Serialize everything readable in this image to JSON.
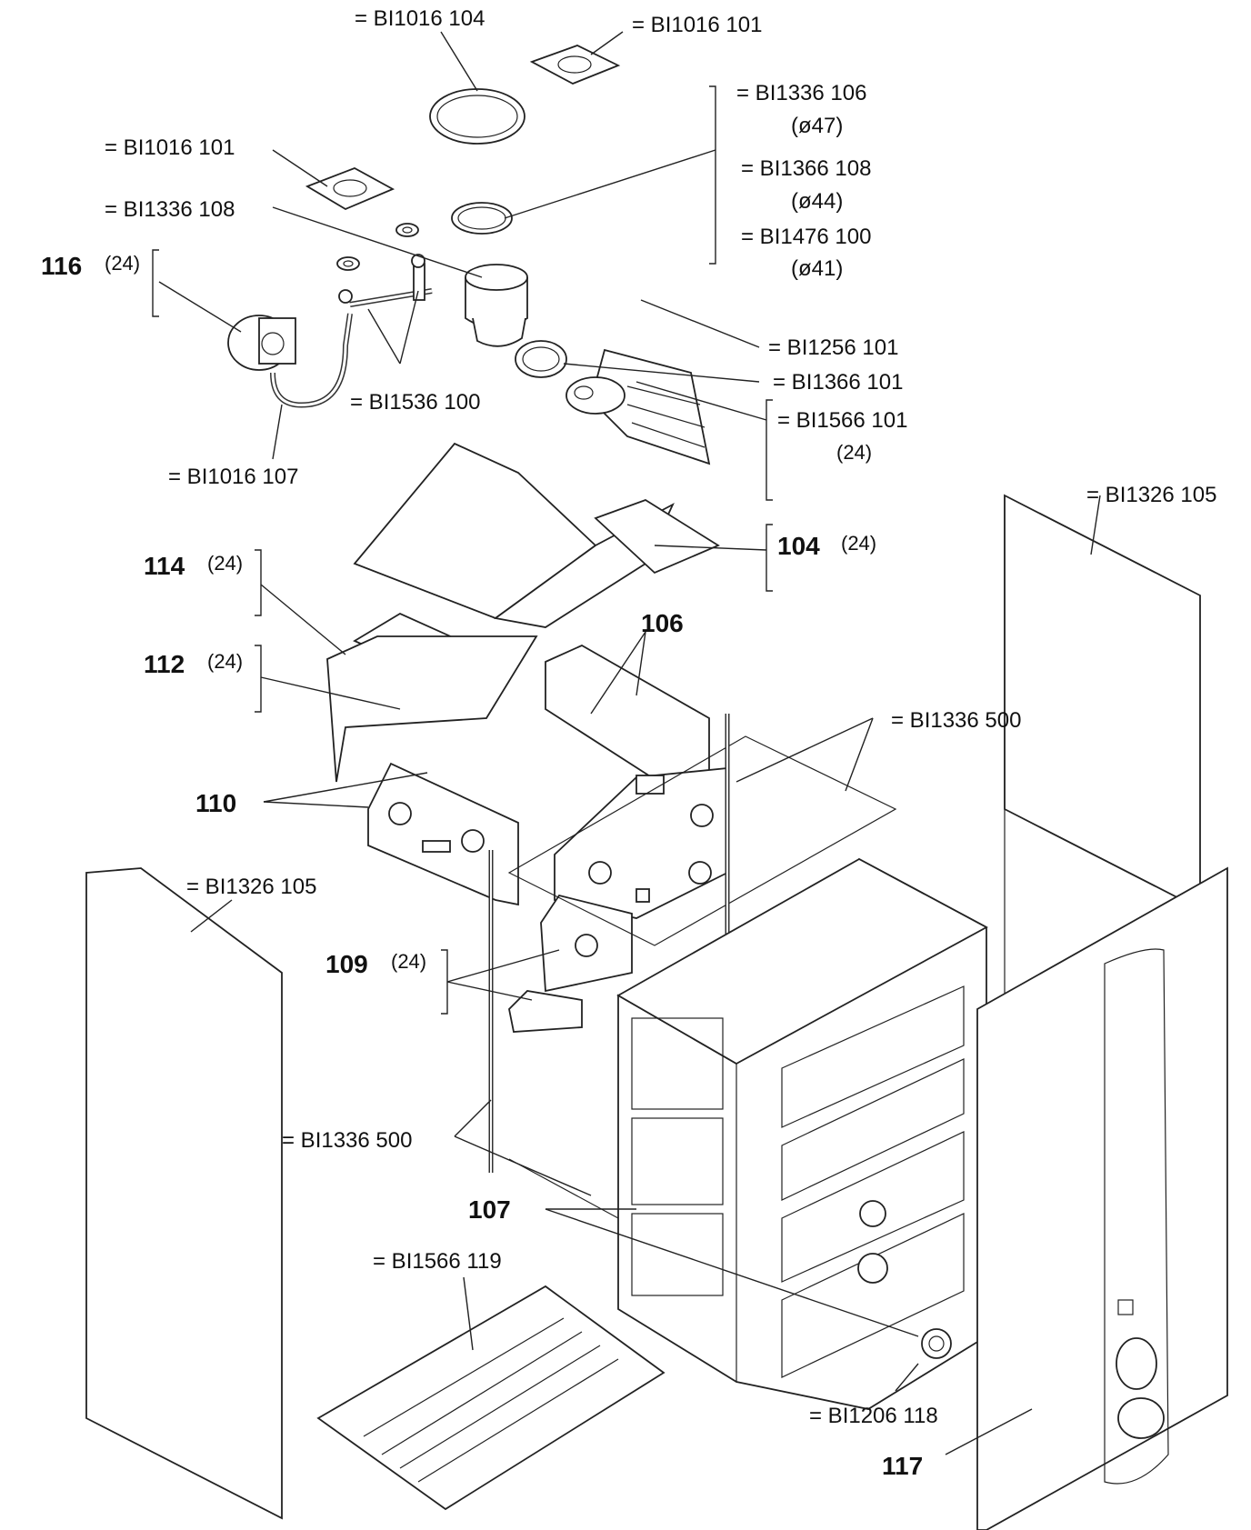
{
  "labels": {
    "top_ring": "= BI1016 104",
    "top_gasket": "= BI1016 101",
    "left_gasket": "= BI1016 101",
    "adapter": "= BI1336 108",
    "ring_a": "= BI1336 106",
    "ring_a_dia": "(ø47)",
    "ring_b": "= BI1366 108",
    "ring_b_dia": "(ø44)",
    "ring_c": "= BI1476 100",
    "ring_c_dia": "(ø41)",
    "hose": "= BI1256 101",
    "collar": "= BI1366 101",
    "fan": "= BI1566 101",
    "fan_qty": "(24)",
    "nozzle": "= BI1536 100",
    "tube": "= BI1016 107",
    "side_panel_right": "= BI1326 105",
    "side_panel_left": "= BI1326 105",
    "seal_right": "= BI1336 500",
    "seal_left": "= BI1336 500",
    "grid": "= BI1566 119",
    "grommet": "= BI1206 118"
  },
  "numbers": {
    "p116": "116",
    "p116_qty": "(24)",
    "p114": "114",
    "p114_qty": "(24)",
    "p112": "112",
    "p112_qty": "(24)",
    "p104": "104",
    "p104_qty": "(24)",
    "p106": "106",
    "p110": "110",
    "p109": "109",
    "p109_qty": "(24)",
    "p107": "107",
    "p117": "117"
  }
}
